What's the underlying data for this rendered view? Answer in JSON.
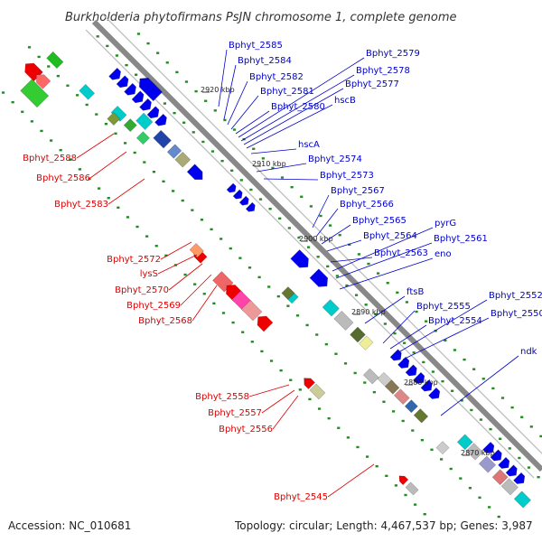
{
  "title": "Burkholderia phytofirmans PsJN chromosome 1, complete genome",
  "accession": "Accession: NC_010681",
  "summary": "Topology: circular; Length: 4,467,537 bp; Genes: 3,987",
  "colors": {
    "backbone": "#888888",
    "forward_label": "#0000cc",
    "reverse_label": "#dd0000",
    "forward_gene": "#0000ee",
    "reverse_gene": "#ee0000",
    "gc_marks": "#228b22"
  },
  "scale_ticks": [
    "2920 kbp",
    "2910 kbp",
    "2900 kbp",
    "2890 kbp",
    "2880 kbp",
    "2870 kbp"
  ],
  "forward_labels": [
    "Bphyt_2585",
    "Bphyt_2584",
    "Bphyt_2582",
    "Bphyt_2581",
    "Bphyt_2580",
    "Bphyt_2579",
    "Bphyt_2578",
    "Bphyt_2577",
    "hscB",
    "hscA",
    "Bphyt_2574",
    "Bphyt_2573",
    "Bphyt_2567",
    "Bphyt_2566",
    "Bphyt_2565",
    "Bphyt_2564",
    "Bphyt_2563",
    "pyrG",
    "Bphyt_2561",
    "eno",
    "ftsB",
    "Bphyt_2555",
    "Bphyt_2554",
    "Bphyt_2552",
    "Bphyt_2550",
    "ndk"
  ],
  "reverse_labels": [
    "Bphyt_2588",
    "Bphyt_2586",
    "Bphyt_2583",
    "Bphyt_2572",
    "lysS",
    "Bphyt_2570",
    "Bphyt_2569",
    "Bphyt_2568",
    "Bphyt_2558",
    "Bphyt_2557",
    "Bphyt_2556",
    "Bphyt_2545"
  ]
}
